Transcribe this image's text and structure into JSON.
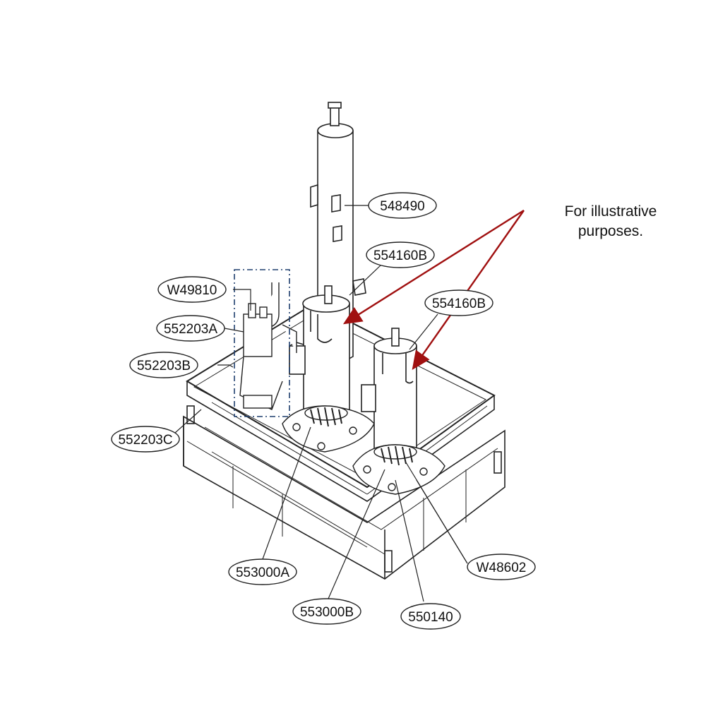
{
  "note": {
    "line1": "For illustrative",
    "line2": "purposes."
  },
  "callouts": {
    "c548490": "548490",
    "c554160B_top": "554160B",
    "c554160B_right": "554160B",
    "cW49810": "W49810",
    "c552203A": "552203A",
    "c552203B": "552203B",
    "c552203C": "552203C",
    "c553000A": "553000A",
    "c553000B": "553000B",
    "c550140": "550140",
    "cW48602": "W48602"
  },
  "colors": {
    "arrow": "#a01010",
    "line": "#222222",
    "dashed_box": "#1f3f6e"
  }
}
